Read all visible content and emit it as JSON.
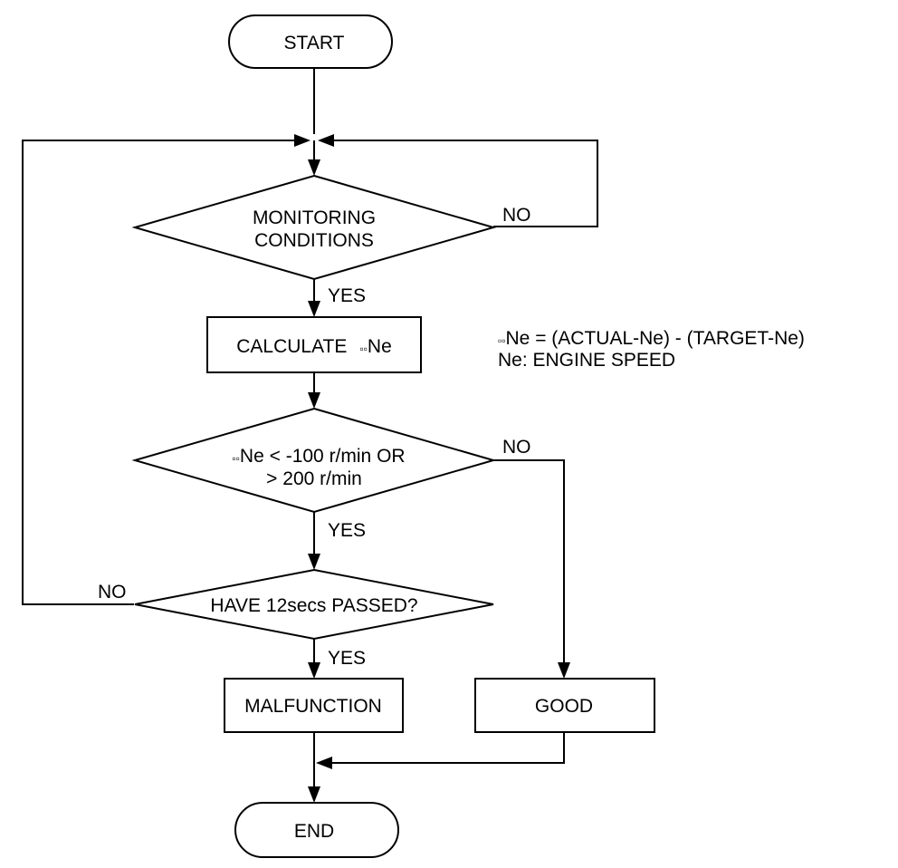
{
  "nodes": {
    "start": "START",
    "monitoring_line1": "MONITORING",
    "monitoring_line2": "CONDITIONS",
    "calculate": "CALCULATE",
    "delta_symbol": "▫▫",
    "calculate_ne": "Ne",
    "condition_line1": "Ne < -100 r/min OR",
    "condition_line2": "> 200 r/min",
    "have_passed": "HAVE 12secs PASSED?",
    "malfunction": "MALFUNCTION",
    "good": "GOOD",
    "end": "END"
  },
  "branch_labels": {
    "monitoring_no": "NO",
    "monitoring_yes": "YES",
    "condition_no": "NO",
    "condition_yes": "YES",
    "passed_no": "NO",
    "passed_yes": "YES"
  },
  "notes": {
    "formula": "Ne = (ACTUAL-Ne) - (TARGET-Ne)",
    "definition": "Ne: ENGINE SPEED"
  },
  "colors": {
    "line": "#000000",
    "background": "#ffffff"
  }
}
